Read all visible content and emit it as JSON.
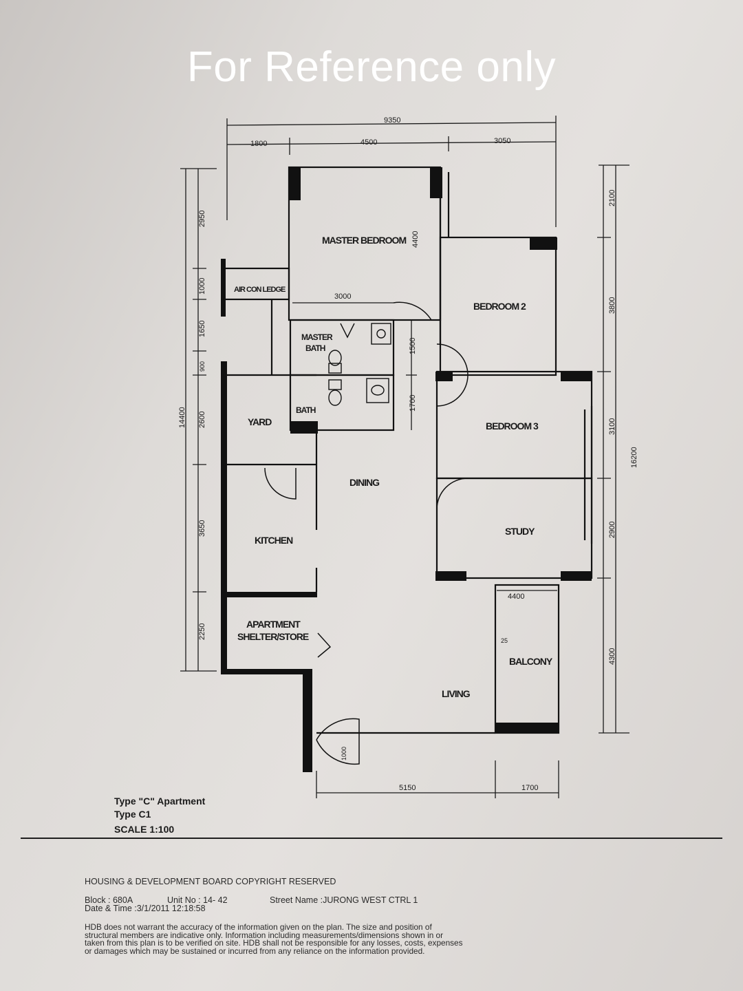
{
  "watermark": "For Reference only",
  "rooms": {
    "master_bedroom": "MASTER BEDROOM",
    "air_con_ledge": "AIR CON LEDGE",
    "master_bath_1": "MASTER",
    "master_bath_2": "BATH",
    "bath": "BATH",
    "bedroom_2": "BEDROOM 2",
    "bedroom_3": "BEDROOM 3",
    "yard": "YARD",
    "dining": "DINING",
    "kitchen": "KITCHEN",
    "study": "STUDY",
    "shelter_1": "APARTMENT",
    "shelter_2": "SHELTER/STORE",
    "balcony": "BALCONY",
    "living": "LIVING"
  },
  "dimensions": {
    "top_total": "9350",
    "top": [
      "1800",
      "4500",
      "3050"
    ],
    "left_total": "14400",
    "left": [
      "2950",
      "1000",
      "1650",
      "900",
      "2600",
      "3650",
      "2250"
    ],
    "right_total": "16200",
    "right": [
      "2100",
      "3800",
      "3100",
      "2900",
      "4300"
    ],
    "bottom": [
      "5150",
      "1700"
    ],
    "inner": {
      "master_bedroom_depth": "4400",
      "master_bedroom_width": "3000",
      "master_bath_depth": "1500",
      "bath_depth": "1700",
      "balcony_width": "4400",
      "balcony_wall": "25",
      "entrance_door": "1000"
    }
  },
  "plan_info": {
    "type": "Type \"C\" Apartment",
    "subtype": "Type C1",
    "scale": "SCALE 1:100"
  },
  "footer": {
    "copyright": "HOUSING & DEVELOPMENT BOARD  COPYRIGHT RESERVED",
    "block": "Block :  680A",
    "unit": "Unit No :  14- 42",
    "street": "Street Name :JURONG WEST CTRL 1",
    "datetime": "Date & Time :3/1/2011  12:18:58",
    "disclaimer": [
      "HDB does not warrant the accuracy of the information given on the plan. The size and position of",
      "structural members are indicative only. Information including measurements/dimensions shown in or",
      "taken from this plan is to be verified on site. HDB shall not be responsible for any losses, costs, expenses",
      "or damages which may be sustained or incurred from any reliance on the information provided."
    ]
  }
}
